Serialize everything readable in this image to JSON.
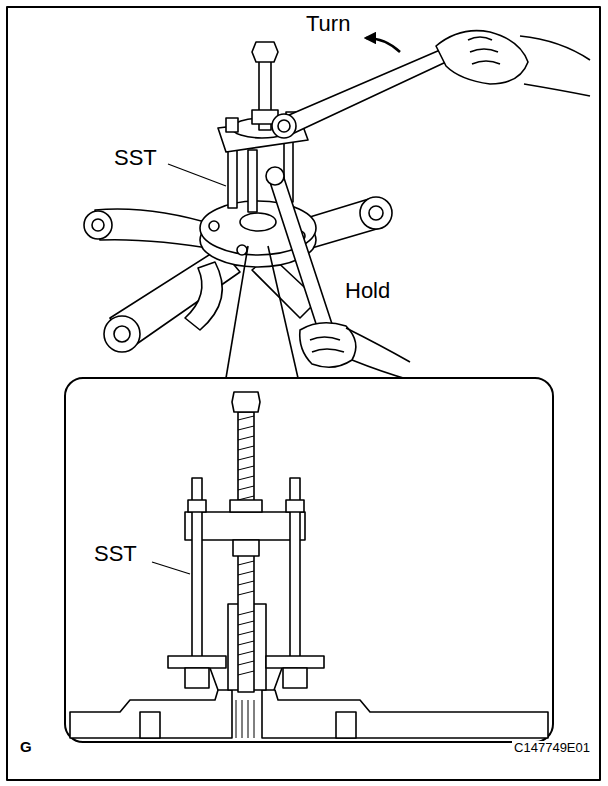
{
  "diagram": {
    "labels": [
      "Turn",
      "SST",
      "Hold",
      "SST",
      "G",
      "C147749E01"
    ]
  }
}
